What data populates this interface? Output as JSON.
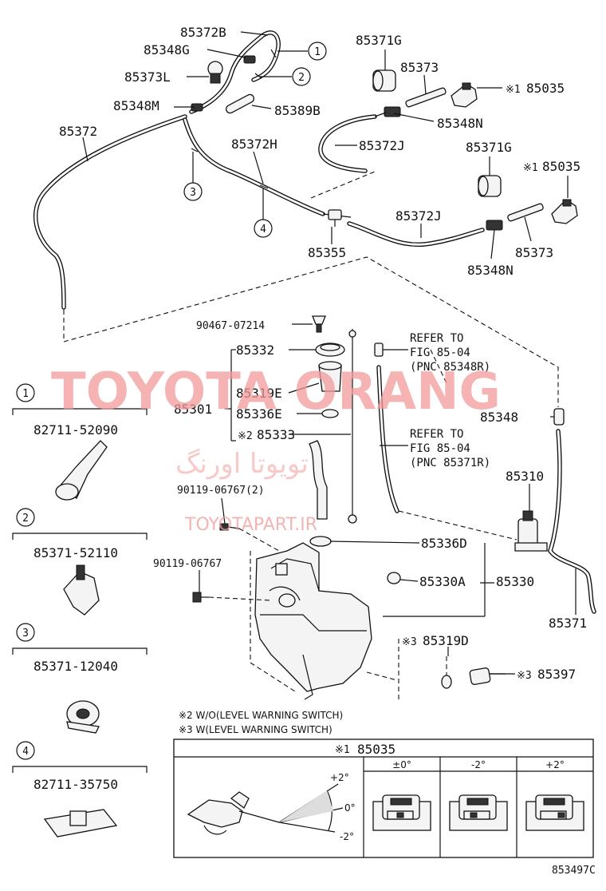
{
  "labels": {
    "p85372B": "85372B",
    "p85348G": "85348G",
    "p85373L": "85373L",
    "p85348M": "85348M",
    "p85389B": "85389B",
    "p85372": "85372",
    "p85372H": "85372H",
    "p85371G_a": "85371G",
    "p85373_a": "85373",
    "p85035_a": "85035",
    "p85348N_a": "85348N",
    "p85372J_a": "85372J",
    "p85371G_b": "85371G",
    "p85035_b": "85035",
    "p85372J_b": "85372J",
    "p85355": "85355",
    "p85373_b": "85373",
    "p85348N_b": "85348N",
    "p90467": "90467-07214",
    "p85332": "85332",
    "p85319E": "85319E",
    "p85301": "85301",
    "p85336E": "85336E",
    "p85333": "85333",
    "p90119a": "90119-06767(2)",
    "p90119b": "90119-06767",
    "p85336D": "85336D",
    "p85330A": "85330A",
    "p85330": "85330",
    "p85348": "85348",
    "p85310": "85310",
    "p85371": "85371",
    "p85319D": "85319D",
    "p85397": "85397"
  },
  "marks": {
    "x1": "※1",
    "x2": "※2",
    "x3": "※3"
  },
  "callouts": [
    "1",
    "2",
    "3",
    "4"
  ],
  "refers": {
    "r1_line1": "REFER TO",
    "r1_line2": "FIG 85-04",
    "r1_line3": "(PNC 85348R)",
    "r2_line1": "REFER TO",
    "r2_line2": "FIG 85-04",
    "r2_line3": "(PNC 85371R)"
  },
  "details": [
    {
      "num": "1",
      "part": "82711-52090"
    },
    {
      "num": "2",
      "part": "85371-52110"
    },
    {
      "num": "3",
      "part": "85371-12040"
    },
    {
      "num": "4",
      "part": "82711-35750"
    }
  ],
  "notes": {
    "n2": "※2 W/O(LEVEL WARNING SWITCH)",
    "n3": "※3 W(LEVEL WARNING SWITCH)"
  },
  "table": {
    "header": "※1 85035",
    "cols": [
      "±0°",
      "-2°",
      "+2°"
    ],
    "angles": [
      "+2°",
      "0°",
      "-2°"
    ]
  },
  "watermark": {
    "main": "TOYOTA ORANG",
    "persian": "تویوتا اورنگ",
    "url": "TOYOTAPART.IR"
  },
  "figure_code": "853497C"
}
